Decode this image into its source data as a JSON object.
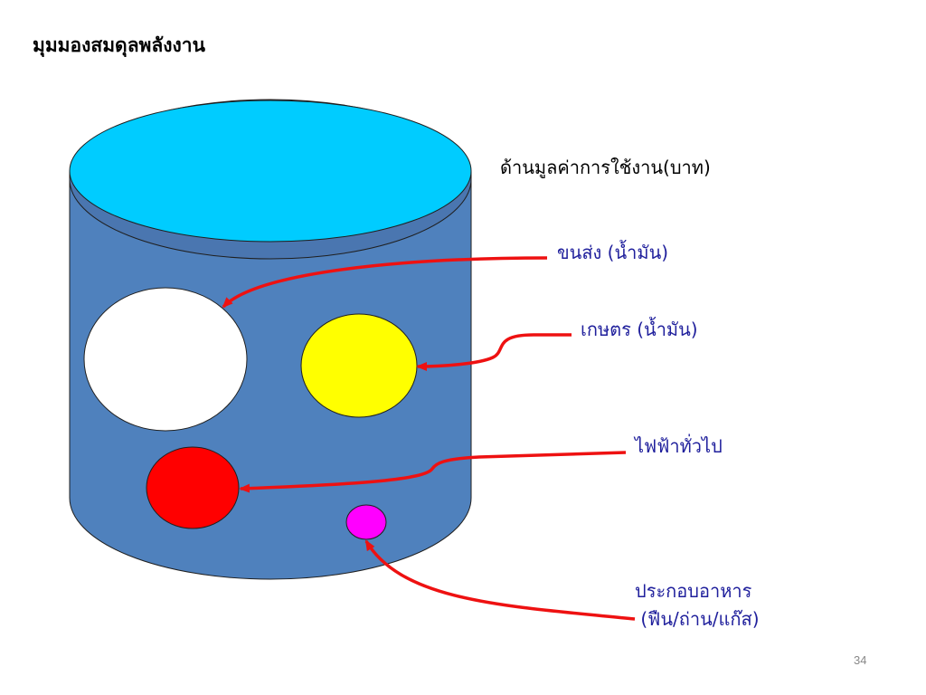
{
  "title": "มุมมองสมดุลพลังงาน",
  "cylinder_caption": "ด้านมูลค่าการใช้งาน(บาท)",
  "labels": {
    "transport": "ขนส่ง (น้ำมัน)",
    "agriculture": "เกษตร (น้ำมัน)",
    "electricity": "ไฟฟ้าทั่วไป",
    "cooking_line1": "ประกอบอาหาร",
    "cooking_line2": " (ฟืน/ถ่าน/แก๊ส)"
  },
  "colors": {
    "cylinder_body": "#4f81bd",
    "cylinder_top": "#00ccff",
    "transport_circle": "#ffffff",
    "agriculture_circle": "#ffff00",
    "electricity_circle": "#ff0000",
    "cooking_circle": "#ff00ff",
    "arrow": "#ee1111",
    "label_text": "#1f1f9c"
  },
  "page_number": "34"
}
